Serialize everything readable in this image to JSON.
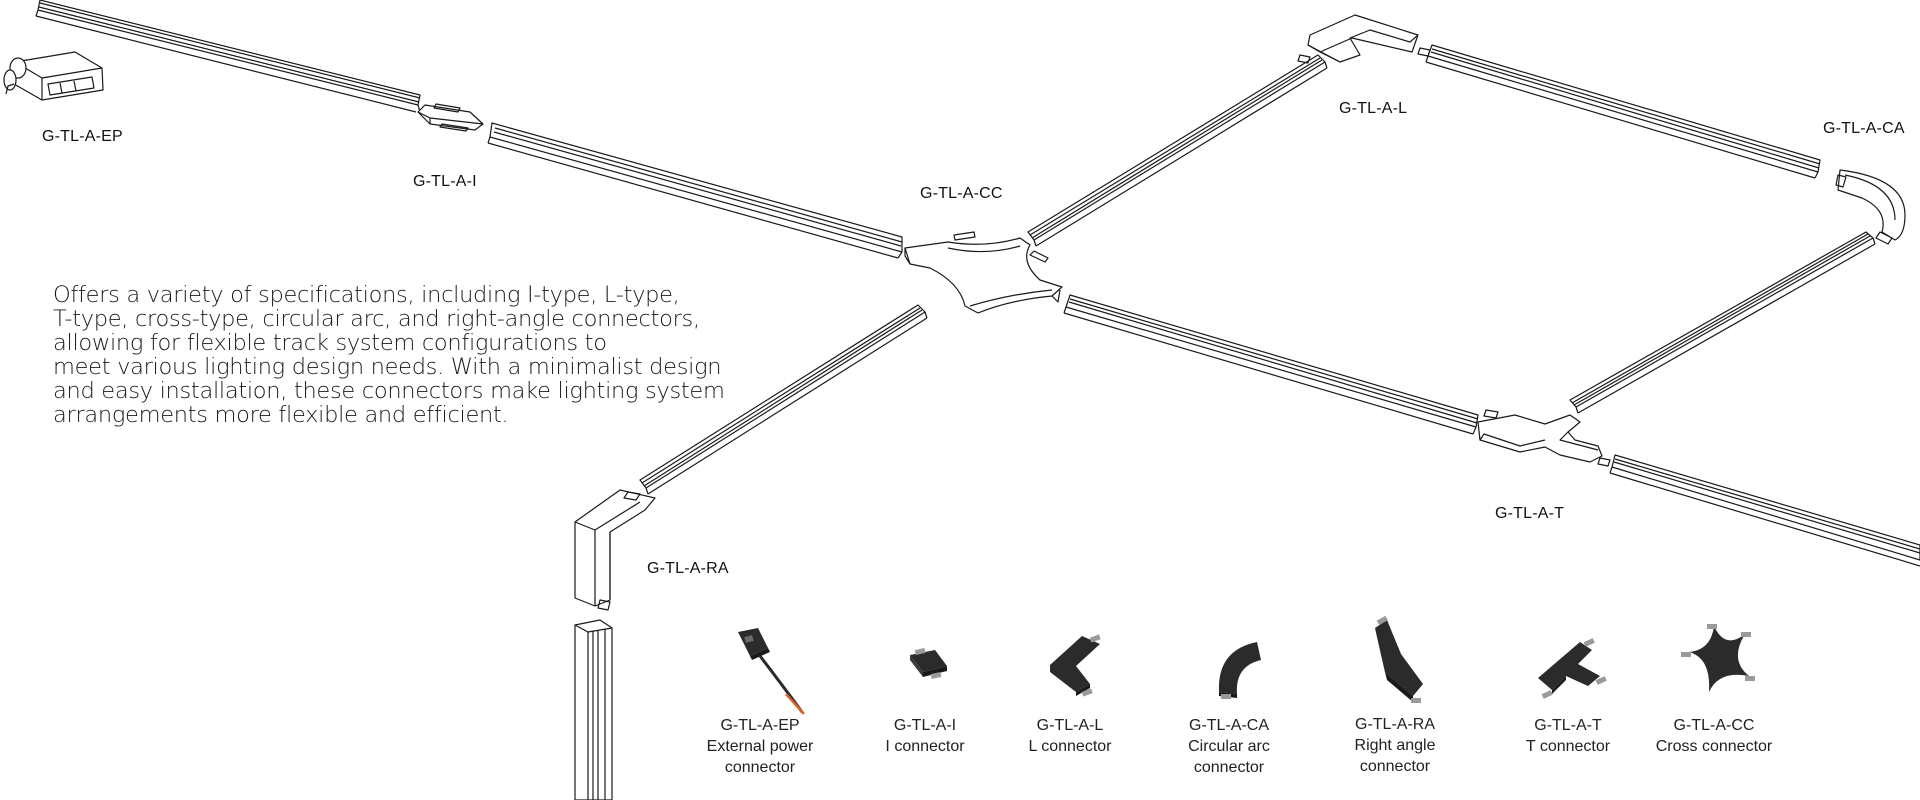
{
  "labels": {
    "ep": "G-TL-A-EP",
    "i": "G-TL-A-I",
    "cc": "G-TL-A-CC",
    "l": "G-TL-A-L",
    "ca": "G-TL-A-CA",
    "t": "G-TL-A-T",
    "ra": "G-TL-A-RA"
  },
  "description": [
    "Offers a variety of specifications, including I-type, L-type,",
    "T-type, cross-type, circular arc, and right-angle connectors,",
    "allowing for flexible track system configurations to",
    "meet various lighting design needs. With a minimalist design",
    "and easy installation, these connectors make lighting system",
    "arrangements more flexible and efficient."
  ],
  "products": [
    {
      "code": "G-TL-A-EP",
      "line1": "External power",
      "line2": "connector",
      "icon": "external-power-connector-icon"
    },
    {
      "code": "G-TL-A-I",
      "line1": "I connector",
      "line2": "",
      "icon": "i-connector-icon"
    },
    {
      "code": "G-TL-A-L",
      "line1": "L connector",
      "line2": "",
      "icon": "l-connector-icon"
    },
    {
      "code": "G-TL-A-CA",
      "line1": "Circular arc",
      "line2": "connector",
      "icon": "circular-arc-connector-icon"
    },
    {
      "code": "G-TL-A-RA",
      "line1": "Right angle",
      "line2": "connector",
      "icon": "right-angle-connector-icon"
    },
    {
      "code": "G-TL-A-T",
      "line1": "T connector",
      "line2": "",
      "icon": "t-connector-icon"
    },
    {
      "code": "G-TL-A-CC",
      "line1": "Cross connector",
      "line2": "",
      "icon": "cross-connector-icon"
    }
  ],
  "colors": {
    "line": "#1a1a1a",
    "product": "#2b2b2b",
    "cable": "#d9652b"
  }
}
